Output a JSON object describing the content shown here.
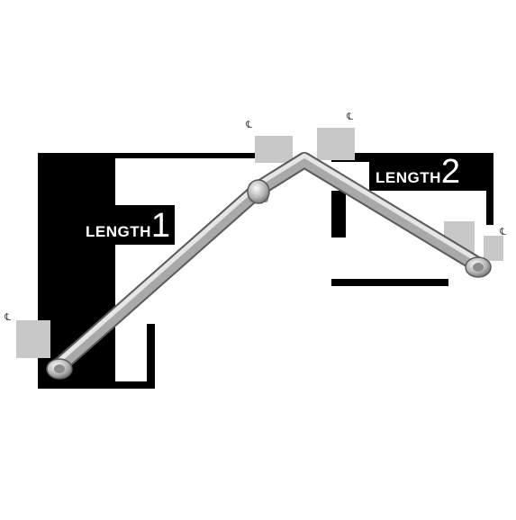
{
  "labels": {
    "length1_word": "LENGTH",
    "length1_num": "1",
    "length2_word": "LENGTH",
    "length2_num": "2",
    "centerline": "℄"
  },
  "colors": {
    "frame": "#000000",
    "tag": "#c8c8c8",
    "bar_light": "#f2f2f2",
    "bar_mid": "#b8b8b8",
    "bar_dark": "#6a6a6a",
    "label_text": "#ffffff"
  }
}
